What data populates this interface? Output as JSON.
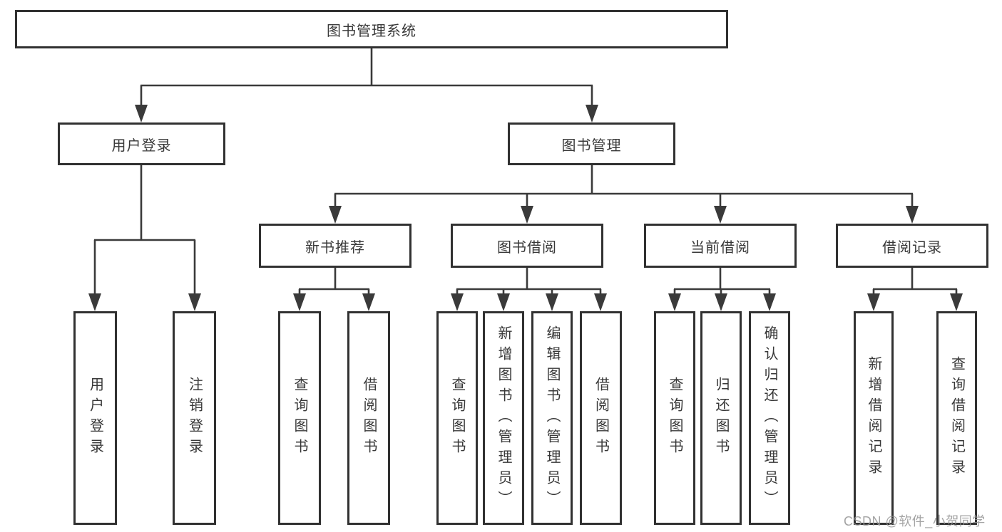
{
  "diagram": {
    "root": {
      "label": "图书管理系统",
      "children": [
        {
          "label": "用户登录",
          "children": [
            {
              "label": "用户登录"
            },
            {
              "label": "注销登录"
            }
          ]
        },
        {
          "label": "图书管理",
          "children": [
            {
              "label": "新书推荐",
              "children": [
                {
                  "label": "查询图书"
                },
                {
                  "label": "借阅图书"
                }
              ]
            },
            {
              "label": "图书借阅",
              "children": [
                {
                  "label": "查询图书"
                },
                {
                  "label": "新增图书（管理员）"
                },
                {
                  "label": "编辑图书（管理员）"
                },
                {
                  "label": "借阅图书"
                }
              ]
            },
            {
              "label": "当前借阅",
              "children": [
                {
                  "label": "查询图书"
                },
                {
                  "label": "归还图书"
                },
                {
                  "label": "确认归还（管理员）"
                }
              ]
            },
            {
              "label": "借阅记录",
              "children": [
                {
                  "label": "新增借阅记录"
                },
                {
                  "label": "查询借阅记录"
                }
              ]
            }
          ]
        }
      ]
    }
  },
  "watermark": {
    "text": "CSDN @软件_小贺同学"
  },
  "colors": {
    "line": "#3a3a3a",
    "box_border": "#313131",
    "text": "#383838",
    "watermark": "#949494",
    "background": "#ffffff"
  }
}
